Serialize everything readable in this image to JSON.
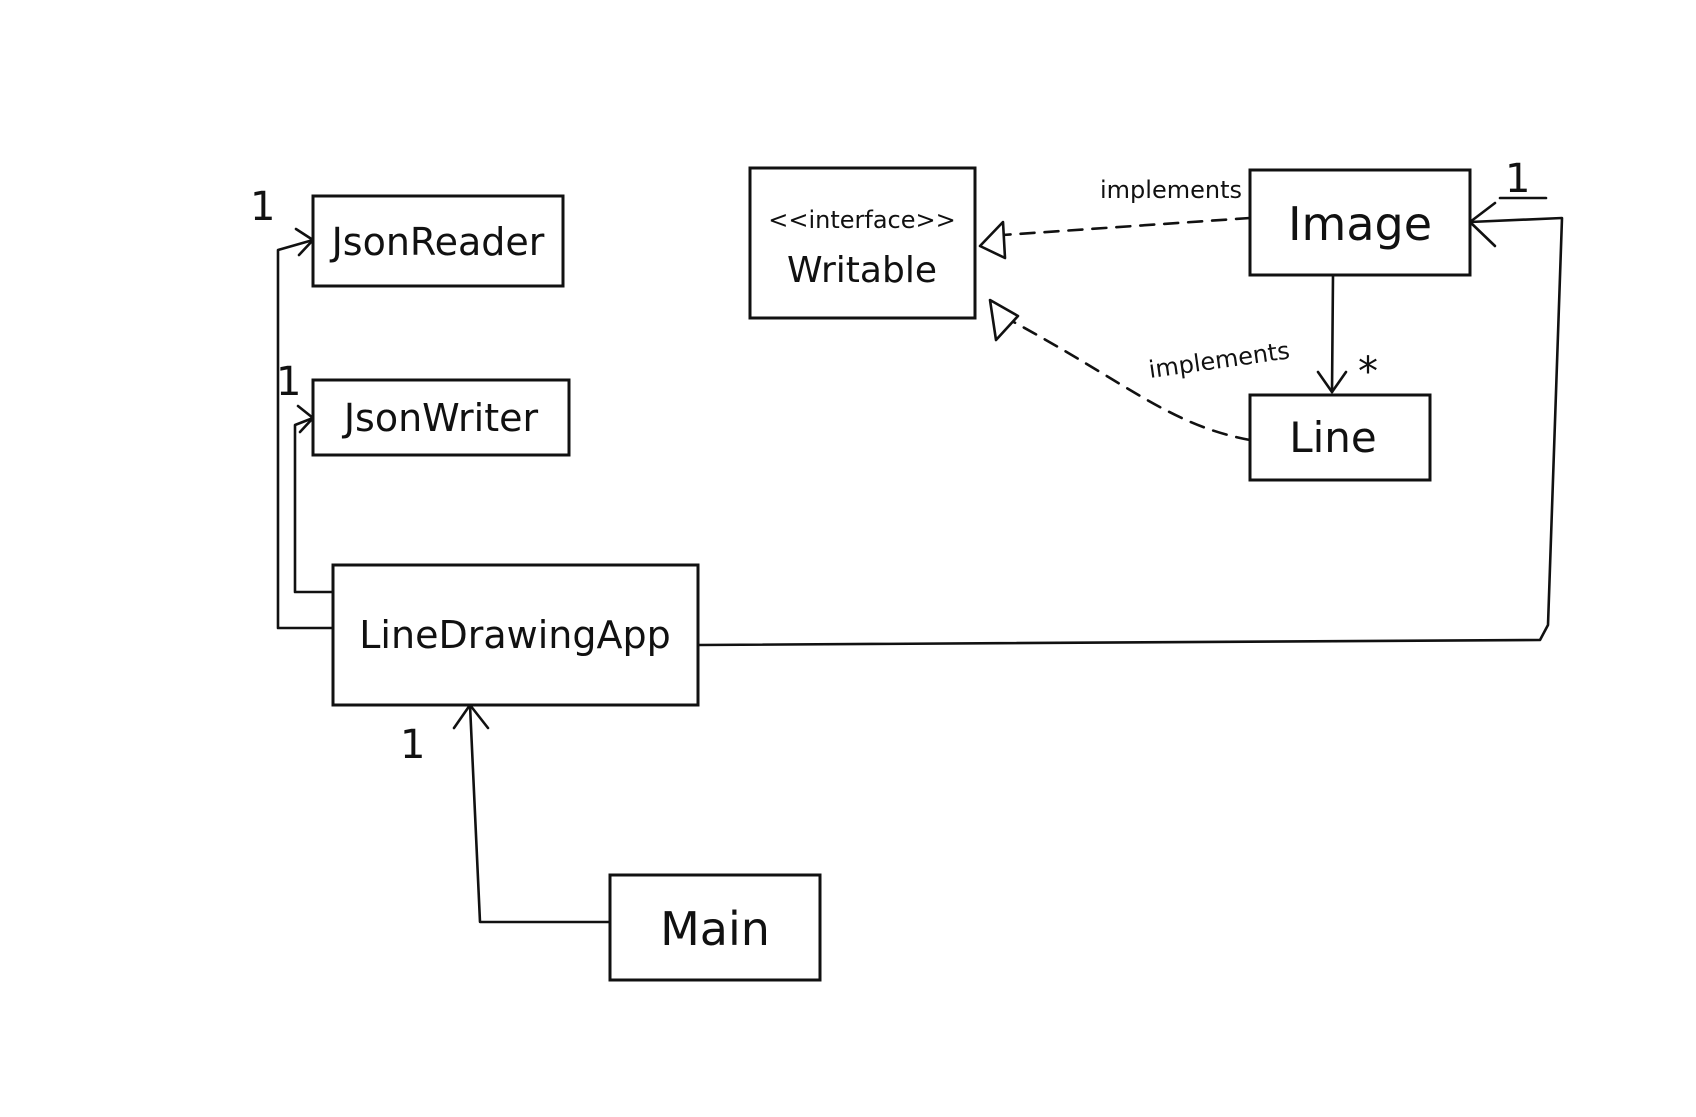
{
  "classes": {
    "json_reader": "JsonReader",
    "json_writer": "JsonWriter",
    "writable_stereotype": "<<interface>>",
    "writable": "Writable",
    "image": "Image",
    "line": "Line",
    "line_drawing_app": "LineDrawingApp",
    "main": "Main"
  },
  "relations": {
    "image_implements_label": "implements",
    "line_implements_label": "implements"
  },
  "multiplicities": {
    "json_reader": "1",
    "json_writer": "1",
    "image": "1",
    "line": "*",
    "line_drawing_app": "1"
  }
}
